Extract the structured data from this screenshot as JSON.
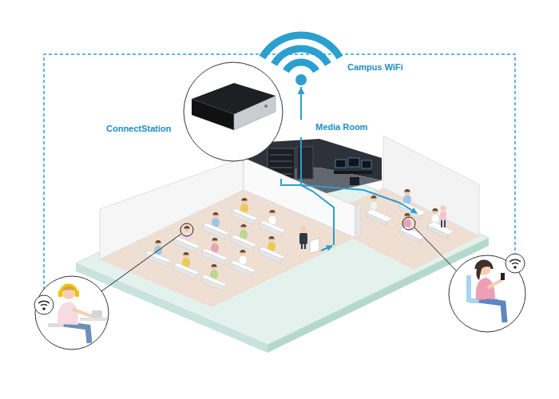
{
  "diagram": {
    "nodes": [
      {
        "text": [
          "Campus WiFi"
        ]
      },
      {
        "text": [
          "ConnectStation"
        ]
      },
      {
        "text": [
          "Media Room"
        ]
      }
    ],
    "edges": [
      {
        "from": 2,
        "to": 0,
        "arrow": "to"
      }
    ]
  }
}
